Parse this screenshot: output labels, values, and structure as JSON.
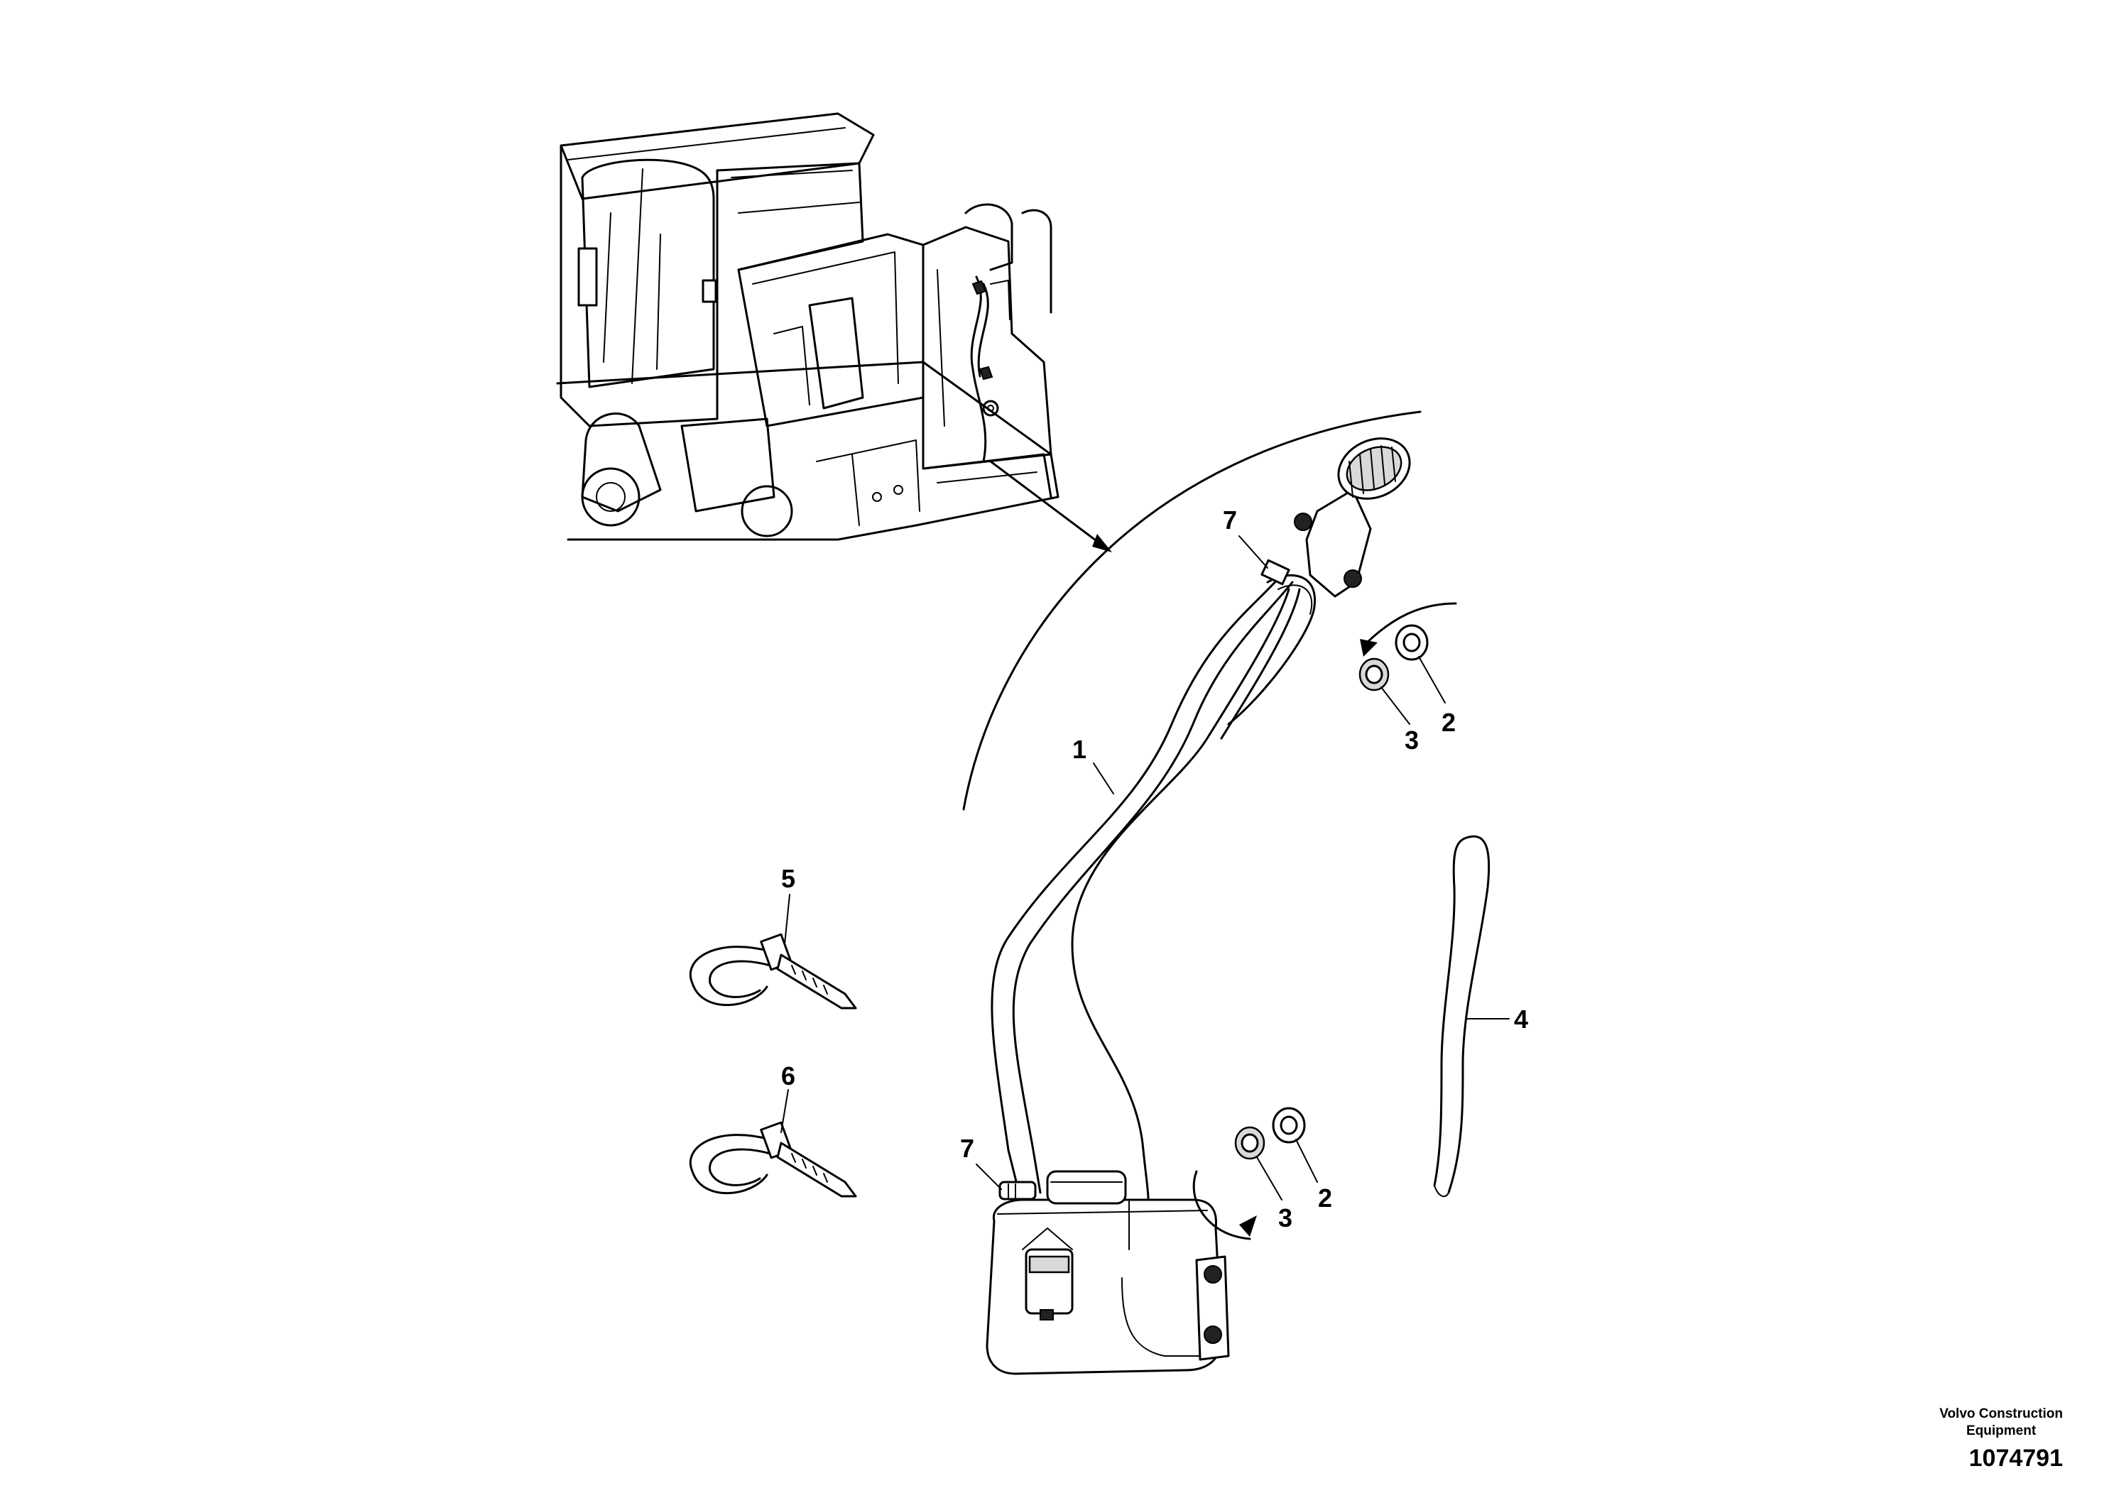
{
  "callouts": {
    "c1": "1",
    "c2a": "2",
    "c2b": "2",
    "c3a": "3",
    "c3b": "3",
    "c4": "4",
    "c5": "5",
    "c6": "6",
    "c7a": "7",
    "c7b": "7"
  },
  "footer": {
    "brand_line1": "Volvo Construction",
    "brand_line2": "Equipment",
    "doc_number": "1074791"
  },
  "colors": {
    "line": "#000000",
    "shade": "#d9d9d9",
    "background": "#ffffff"
  }
}
